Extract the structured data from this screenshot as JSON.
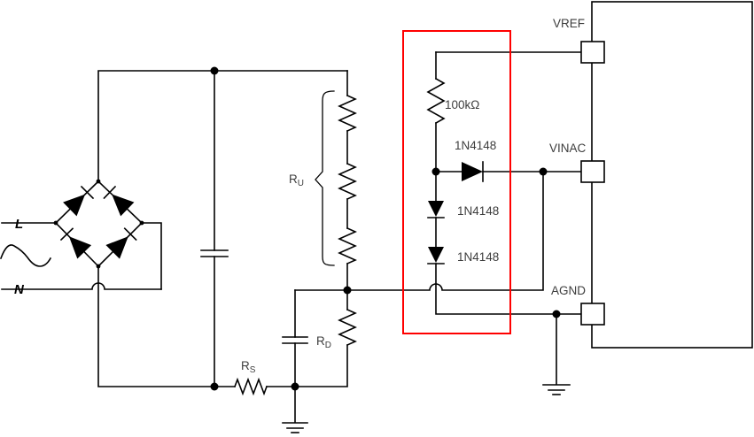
{
  "colors": {
    "wire": "#000000",
    "highlight_box": "#ff0000",
    "label": "#3d3d3d"
  },
  "ac_input": {
    "live_label": "L",
    "neutral_label": "N"
  },
  "labels": {
    "r_upper": {
      "base": "R",
      "sub": "U"
    },
    "r_divider": {
      "base": "R",
      "sub": "D"
    },
    "r_sense": {
      "base": "R",
      "sub": "S"
    },
    "r_limit": "100kΩ",
    "d_series": "1N4148",
    "d_clamp_upper": "1N4148",
    "d_clamp_lower": "1N4148"
  },
  "ic": {
    "pins": [
      {
        "name": "VREF"
      },
      {
        "name": "VINAC"
      },
      {
        "name": "AGND"
      }
    ]
  }
}
